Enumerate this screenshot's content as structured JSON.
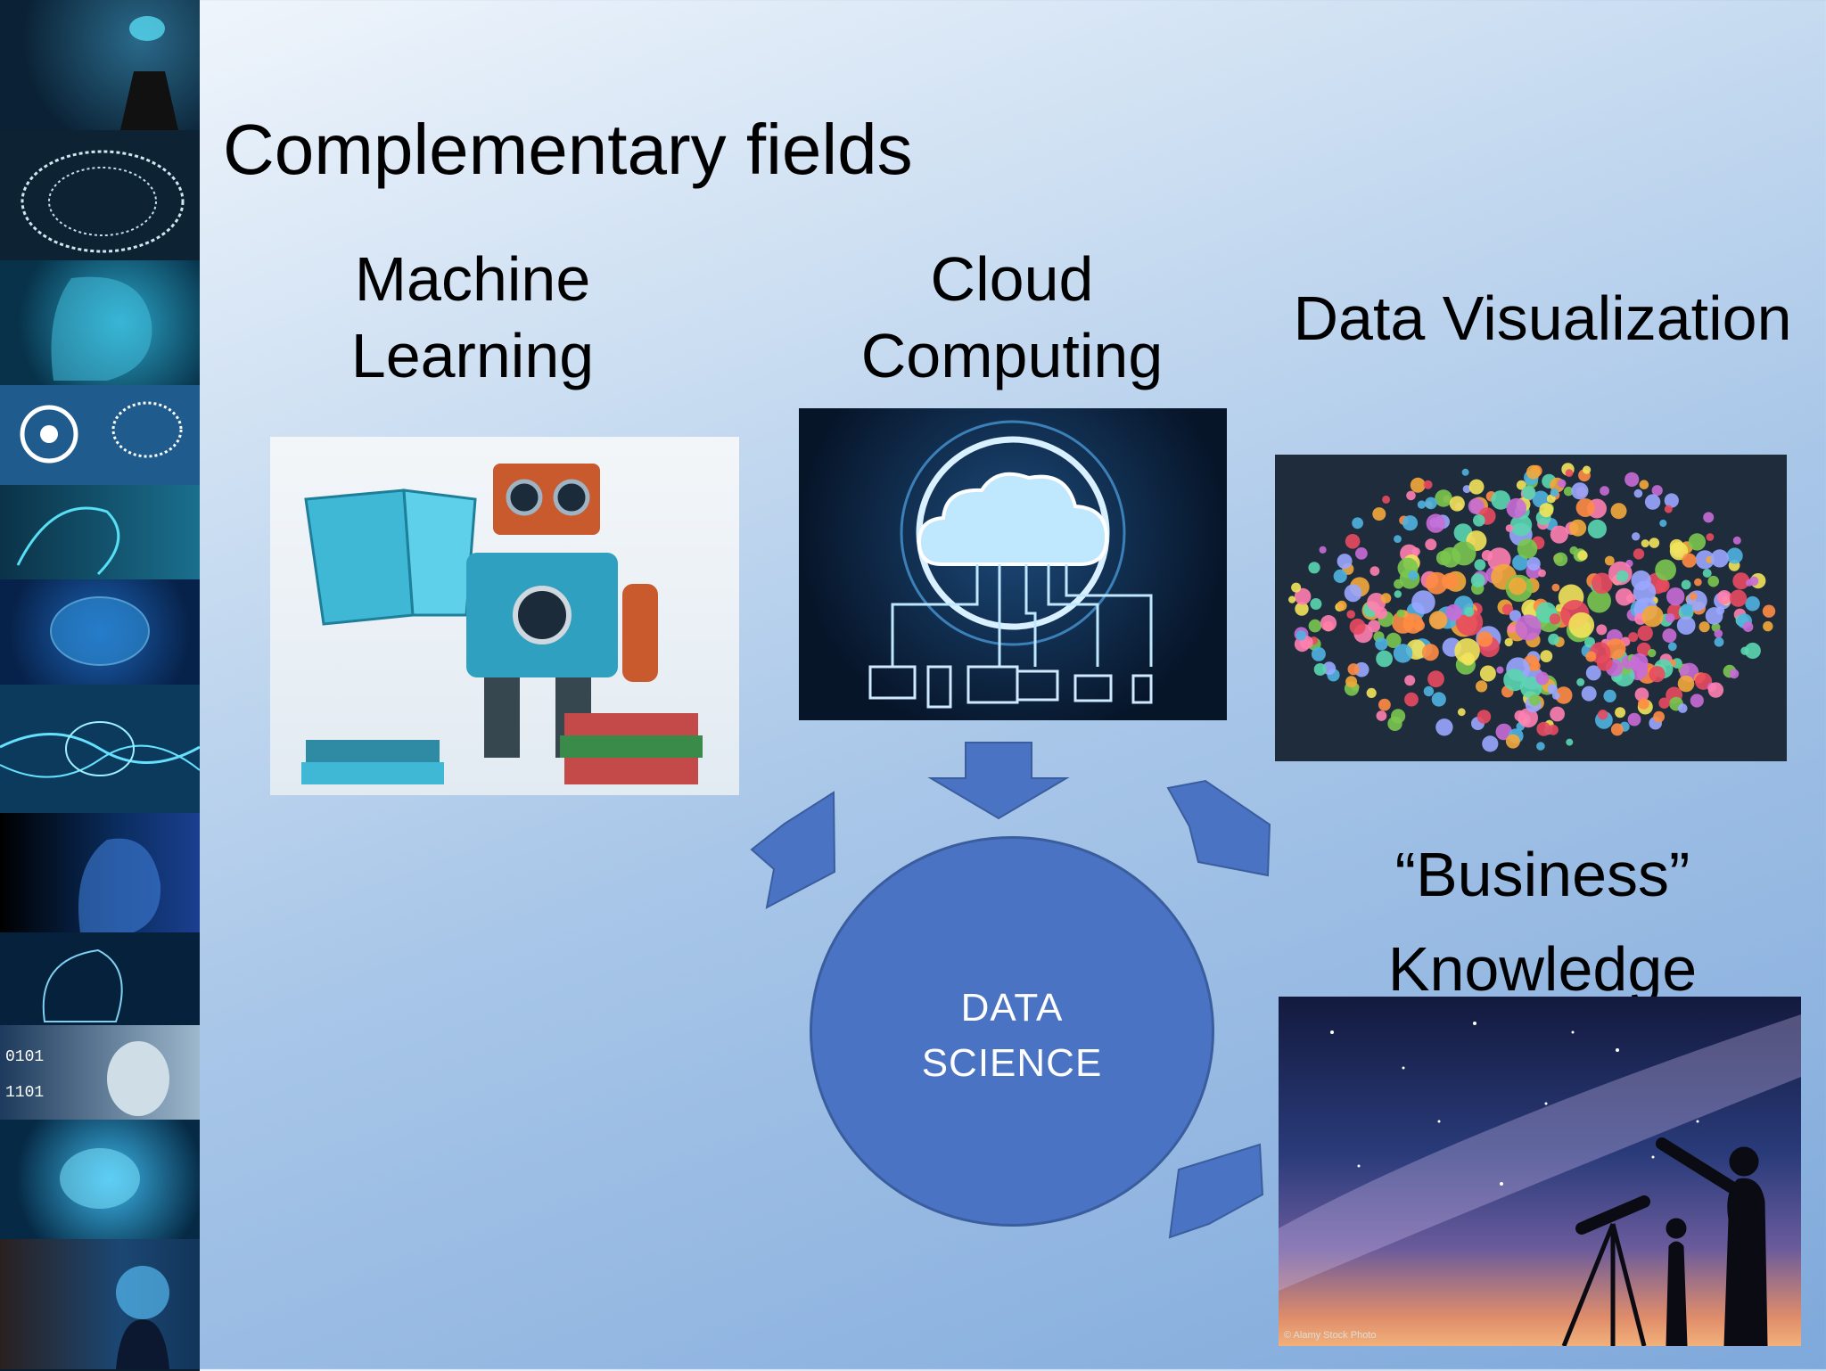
{
  "slide": {
    "title": "Complementary fields"
  },
  "fields": {
    "ml": {
      "line1": "Machine",
      "line2": "Learning"
    },
    "cloud": {
      "line1": "Cloud",
      "line2": "Computing"
    },
    "dataviz": {
      "label": "Data Visualization"
    },
    "business": {
      "line1": "“Business”",
      "line2": "Knowledge"
    }
  },
  "center": {
    "line1": "DATA",
    "line2": "SCIENCE"
  },
  "photo_credit": "© Alamy Stock Photo",
  "colors": {
    "circle": "#4a73c3",
    "arrow": "#4a73c3",
    "background_start": "#f4f8fd",
    "background_end": "#7fa9db"
  }
}
